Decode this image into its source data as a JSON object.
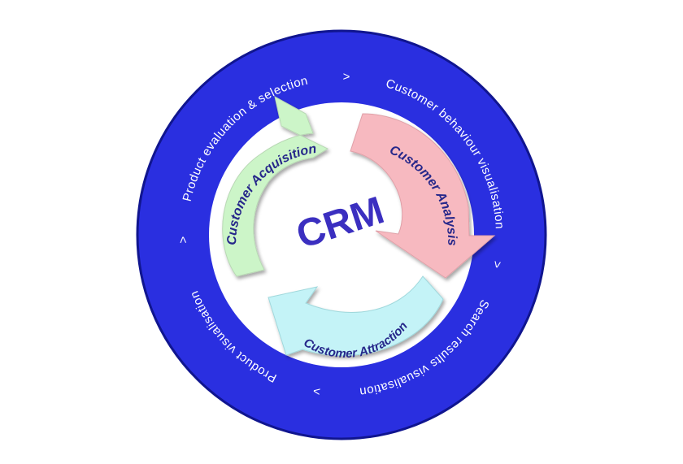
{
  "diagram": {
    "center_label": "CRM",
    "arrows": [
      {
        "label": "Customer Acquisition",
        "color": "#ccf5c8"
      },
      {
        "label": "Customer Analysis",
        "color": "#f7b9c0"
      },
      {
        "label": "Customer Attraction",
        "color": "#c4f3f7"
      }
    ],
    "ring": {
      "color": "#2a2fe0",
      "edge_color": "#10158f",
      "labels": [
        "Customer behaviour visualisation",
        "Search results visualisation",
        "Product visualisation",
        "Product evaluation & selection"
      ],
      "separator": ">"
    },
    "colors": {
      "text_dark": "#26278a",
      "center_text": "#3b2fc0",
      "ring_text": "#ffffff"
    }
  }
}
